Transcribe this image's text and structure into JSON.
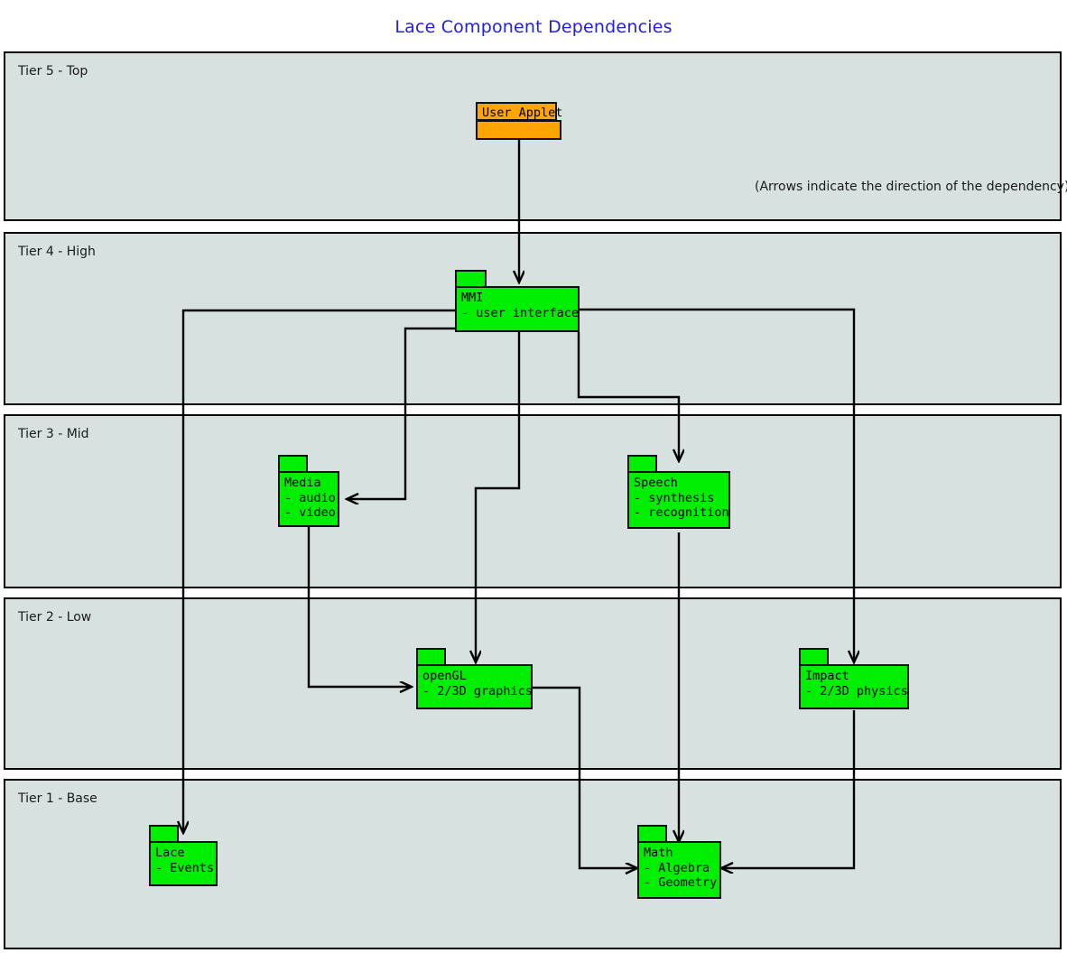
{
  "title": "Lace Component Dependencies",
  "note": "(Arrows indicate the direction of the dependency)",
  "colors": {
    "title": "#2020e0",
    "tier_fill": "#d6e1e0",
    "tier_stroke": "#000000",
    "package_green": "#00ee00",
    "package_orange": "#ffa400",
    "wire": "#000000"
  },
  "tiers": [
    {
      "id": "tier5",
      "label": "Tier 5 - Top"
    },
    {
      "id": "tier4",
      "label": "Tier 4 - High"
    },
    {
      "id": "tier3",
      "label": "Tier 3 - Mid"
    },
    {
      "id": "tier2",
      "label": "Tier 2 - Low"
    },
    {
      "id": "tier1",
      "label": "Tier 1 - Base"
    }
  ],
  "packages": [
    {
      "id": "user-applet",
      "tier": "Tier 5 - Top",
      "color": "orange",
      "name": "User Applet",
      "items": []
    },
    {
      "id": "mmi",
      "tier": "Tier 4 - High",
      "color": "green",
      "name": "MMI",
      "items": [
        "- user interface"
      ],
      "text": "MMI\n- user interface"
    },
    {
      "id": "media",
      "tier": "Tier 3 - Mid",
      "color": "green",
      "name": "Media",
      "items": [
        "- audio",
        "- video"
      ],
      "text": "Media\n- audio\n- video"
    },
    {
      "id": "speech",
      "tier": "Tier 3 - Mid",
      "color": "green",
      "name": "Speech",
      "items": [
        "- synthesis",
        "- recognition"
      ],
      "text": "Speech\n- synthesis\n- recognition"
    },
    {
      "id": "opengl",
      "tier": "Tier 2 - Low",
      "color": "green",
      "name": "openGL",
      "items": [
        "- 2/3D graphics"
      ],
      "text": "openGL\n- 2/3D graphics"
    },
    {
      "id": "impact",
      "tier": "Tier 2 - Low",
      "color": "green",
      "name": "Impact",
      "items": [
        "- 2/3D physics"
      ],
      "text": "Impact\n- 2/3D physics"
    },
    {
      "id": "lace",
      "tier": "Tier 1 - Base",
      "color": "green",
      "name": "Lace",
      "items": [
        "- Events"
      ],
      "text": "Lace\n- Events"
    },
    {
      "id": "math",
      "tier": "Tier 1 - Base",
      "color": "green",
      "name": "Math",
      "items": [
        "- Algebra",
        "- Geometry"
      ],
      "text": "Math\n- Algebra\n- Geometry"
    }
  ],
  "dependencies": [
    {
      "from": "User Applet",
      "to": "MMI"
    },
    {
      "from": "MMI",
      "to": "Lace"
    },
    {
      "from": "MMI",
      "to": "Media"
    },
    {
      "from": "MMI",
      "to": "openGL"
    },
    {
      "from": "MMI",
      "to": "Speech"
    },
    {
      "from": "MMI",
      "to": "Impact"
    },
    {
      "from": "Media",
      "to": "openGL"
    },
    {
      "from": "Speech",
      "to": "Math"
    },
    {
      "from": "openGL",
      "to": "Math"
    },
    {
      "from": "Impact",
      "to": "Math"
    }
  ]
}
